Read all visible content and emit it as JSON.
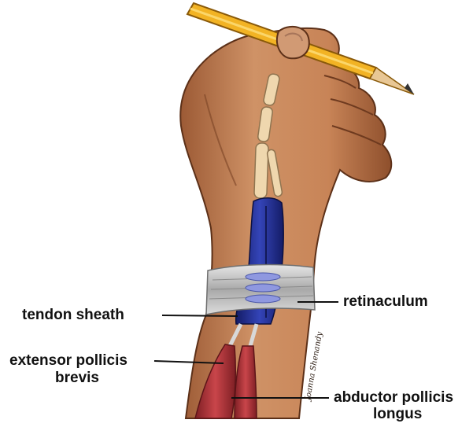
{
  "labels": {
    "tendon_sheath": "tendon sheath",
    "retinaculum": "retinaculum",
    "extensor_line1": "extensor pollicis",
    "extensor_line2": "brevis",
    "abductor_line1": "abductor pollicis",
    "abductor_line2": "longus"
  },
  "signature": "Joanna Shenandy",
  "colors": {
    "skin": "#c98a5e",
    "skin_dark": "#8a4f2e",
    "bone": "#efd7ae",
    "sheath": "#1f2a8a",
    "retinaculum": "#bfbfbf",
    "muscle": "#b8363b",
    "pencil": "#f2b324",
    "pencil_wood": "#e8c795",
    "leader": "#111111"
  }
}
